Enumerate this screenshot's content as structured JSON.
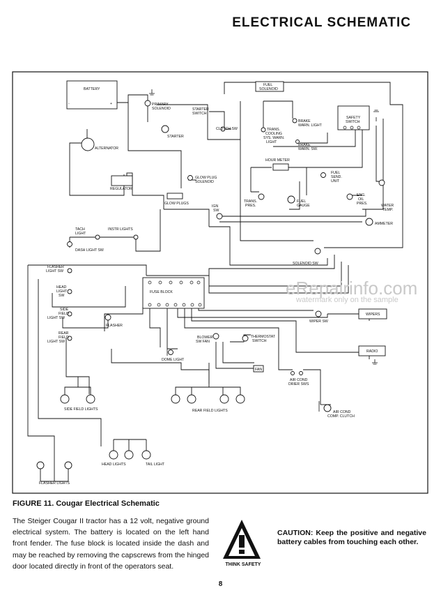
{
  "header": {
    "title": "ELECTRICAL SCHEMATIC"
  },
  "figure": {
    "caption": "FIGURE 11. Cougar Electrical Schematic"
  },
  "body_text": "The Steiger Cougar II tractor has a 12 volt, negative ground electrical system. The battery is located on the left hand front fender. The fuse block is located inside the dash and may be reached by removing the capscrews from the hinged door located directly in front of the operators seat.",
  "warning": {
    "icon": "warning-triangle-icon",
    "badge": "THINK SAFETY",
    "caution": "CAUTION: Keep the positive and negative battery cables from touching each other."
  },
  "page_number": "8",
  "watermark": {
    "main": "eRepairinfo.com",
    "sub": "watermark only on the sample"
  },
  "battery": {
    "label": "BATTERY",
    "minus": "-",
    "plus": "+"
  },
  "components": {
    "primary_solenoid": [
      "PRIMARY",
      "SOLENOID"
    ],
    "starter_switch": [
      "STARTER",
      "SWITCH"
    ],
    "clutch_sw": "CLUTCH SW",
    "starter": "STARTER",
    "alternator": "ALTERNATOR",
    "regulator": "REGULATOR",
    "glow_plug_solenoid": [
      "GLOW PLUG",
      "SOLENOID"
    ],
    "glow_plugs": "GLOW PLUGS",
    "fuel_solenoid": [
      "FUEL",
      "SOLENOID"
    ],
    "trans_cooling": [
      "TRANS.",
      "COOLING",
      "SYS. WARN.",
      "LIGHT"
    ],
    "brake_warn_light": [
      "BRAKE",
      "WARN. LIGHT"
    ],
    "brake_warn_sw": [
      "BRAKE",
      "WARN. SW."
    ],
    "safety_switch": [
      "SAFETY",
      "SWITCH"
    ],
    "hour_meter": "HOUR METER",
    "fuel_send_unit": [
      "FUEL",
      "SEND.",
      "UNIT"
    ],
    "trans_pres": [
      "TRANS.",
      "PRES."
    ],
    "fuel_gauge": [
      "FUEL",
      "GAUGE"
    ],
    "eng_oil_pres": [
      "ENG.",
      "OIL",
      "PRES."
    ],
    "water_temp": [
      "WATER",
      "TEMP."
    ],
    "ign_sw": [
      "IGN",
      "SW"
    ],
    "ammeter": "AMMETER",
    "tach_light": [
      "TACH",
      "LIGHT"
    ],
    "instr_lights": "INSTR LIGHTS",
    "dash_light_sw": "DASH LIGHT SW",
    "solenoid_sw": "SOLENOID SW",
    "flasher_light_sw": [
      "FLASHER",
      "LIGHT SW"
    ],
    "head_light_sw": [
      "HEAD",
      "LIGHT",
      "SW"
    ],
    "side_field_light_sw": [
      "SIDE",
      "FIELD",
      "LIGHT SW"
    ],
    "rear_field_light_sw": [
      "REAR",
      "FIELD",
      "LIGHT SW"
    ],
    "fuse_block": "FUSE BLOCK",
    "flasher": "FLASHER",
    "wiper_sw": "WIPER SW",
    "wipers": "WIPERS",
    "blower_sw_fan": [
      "BLOWER",
      "SW FAN"
    ],
    "thermostat_switch": [
      "THERMOSTAT",
      "SWITCH"
    ],
    "radio": "RADIO",
    "dome_light": "DOME LIGHT",
    "fan": "FAN",
    "air_cond_drier_sws": [
      "AIR COND",
      "DRIER SWS"
    ],
    "air_cond_comp_clutch": [
      "AIR COND",
      "COMP. CLUTCH"
    ],
    "side_field_lights": "SIDE FIELD LIGHTS",
    "rear_field_lights": "REAR FIELD LIGHTS",
    "head_lights": "HEAD LIGHTS",
    "tail_light": "TAIL LIGHT",
    "flasher_lights": "FLASHER LIGHTS"
  }
}
